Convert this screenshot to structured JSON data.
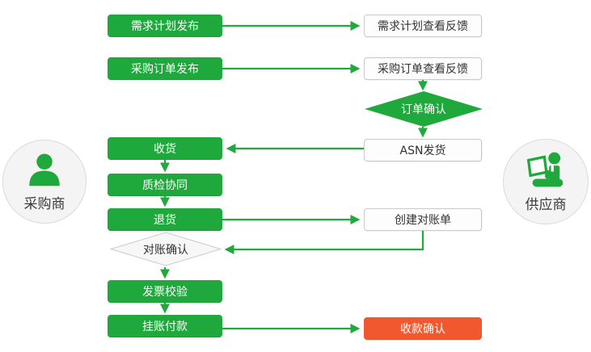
{
  "actors": {
    "buyer": "采购商",
    "supplier": "供应商"
  },
  "nodes": {
    "demand_plan_publish": "需求计划发布",
    "demand_plan_feedback": "需求计划查看反馈",
    "purchase_order_publish": "采购订单发布",
    "purchase_order_feedback": "采购订单查看反馈",
    "order_confirm": "订单确认",
    "asn_shipping": "ASN发货",
    "receive_goods": "收货",
    "quality_inspection": "质检协同",
    "return_goods": "退货",
    "create_reconciliation": "创建对账单",
    "reconciliation_confirm": "对账确认",
    "invoice_verification": "发票校验",
    "payment_on_account": "挂账付款",
    "payment_receipt_confirm": "收款确认"
  },
  "colors": {
    "green": "#1fa93c",
    "arrow_green": "#22a93d",
    "red": "#f2582f",
    "white_box_border": "#c9c9c9",
    "diamond_fill": "#f7f7f7",
    "circle_fill": "#f4f4f4",
    "circle_border": "#dadada",
    "text_dark": "#333333"
  }
}
